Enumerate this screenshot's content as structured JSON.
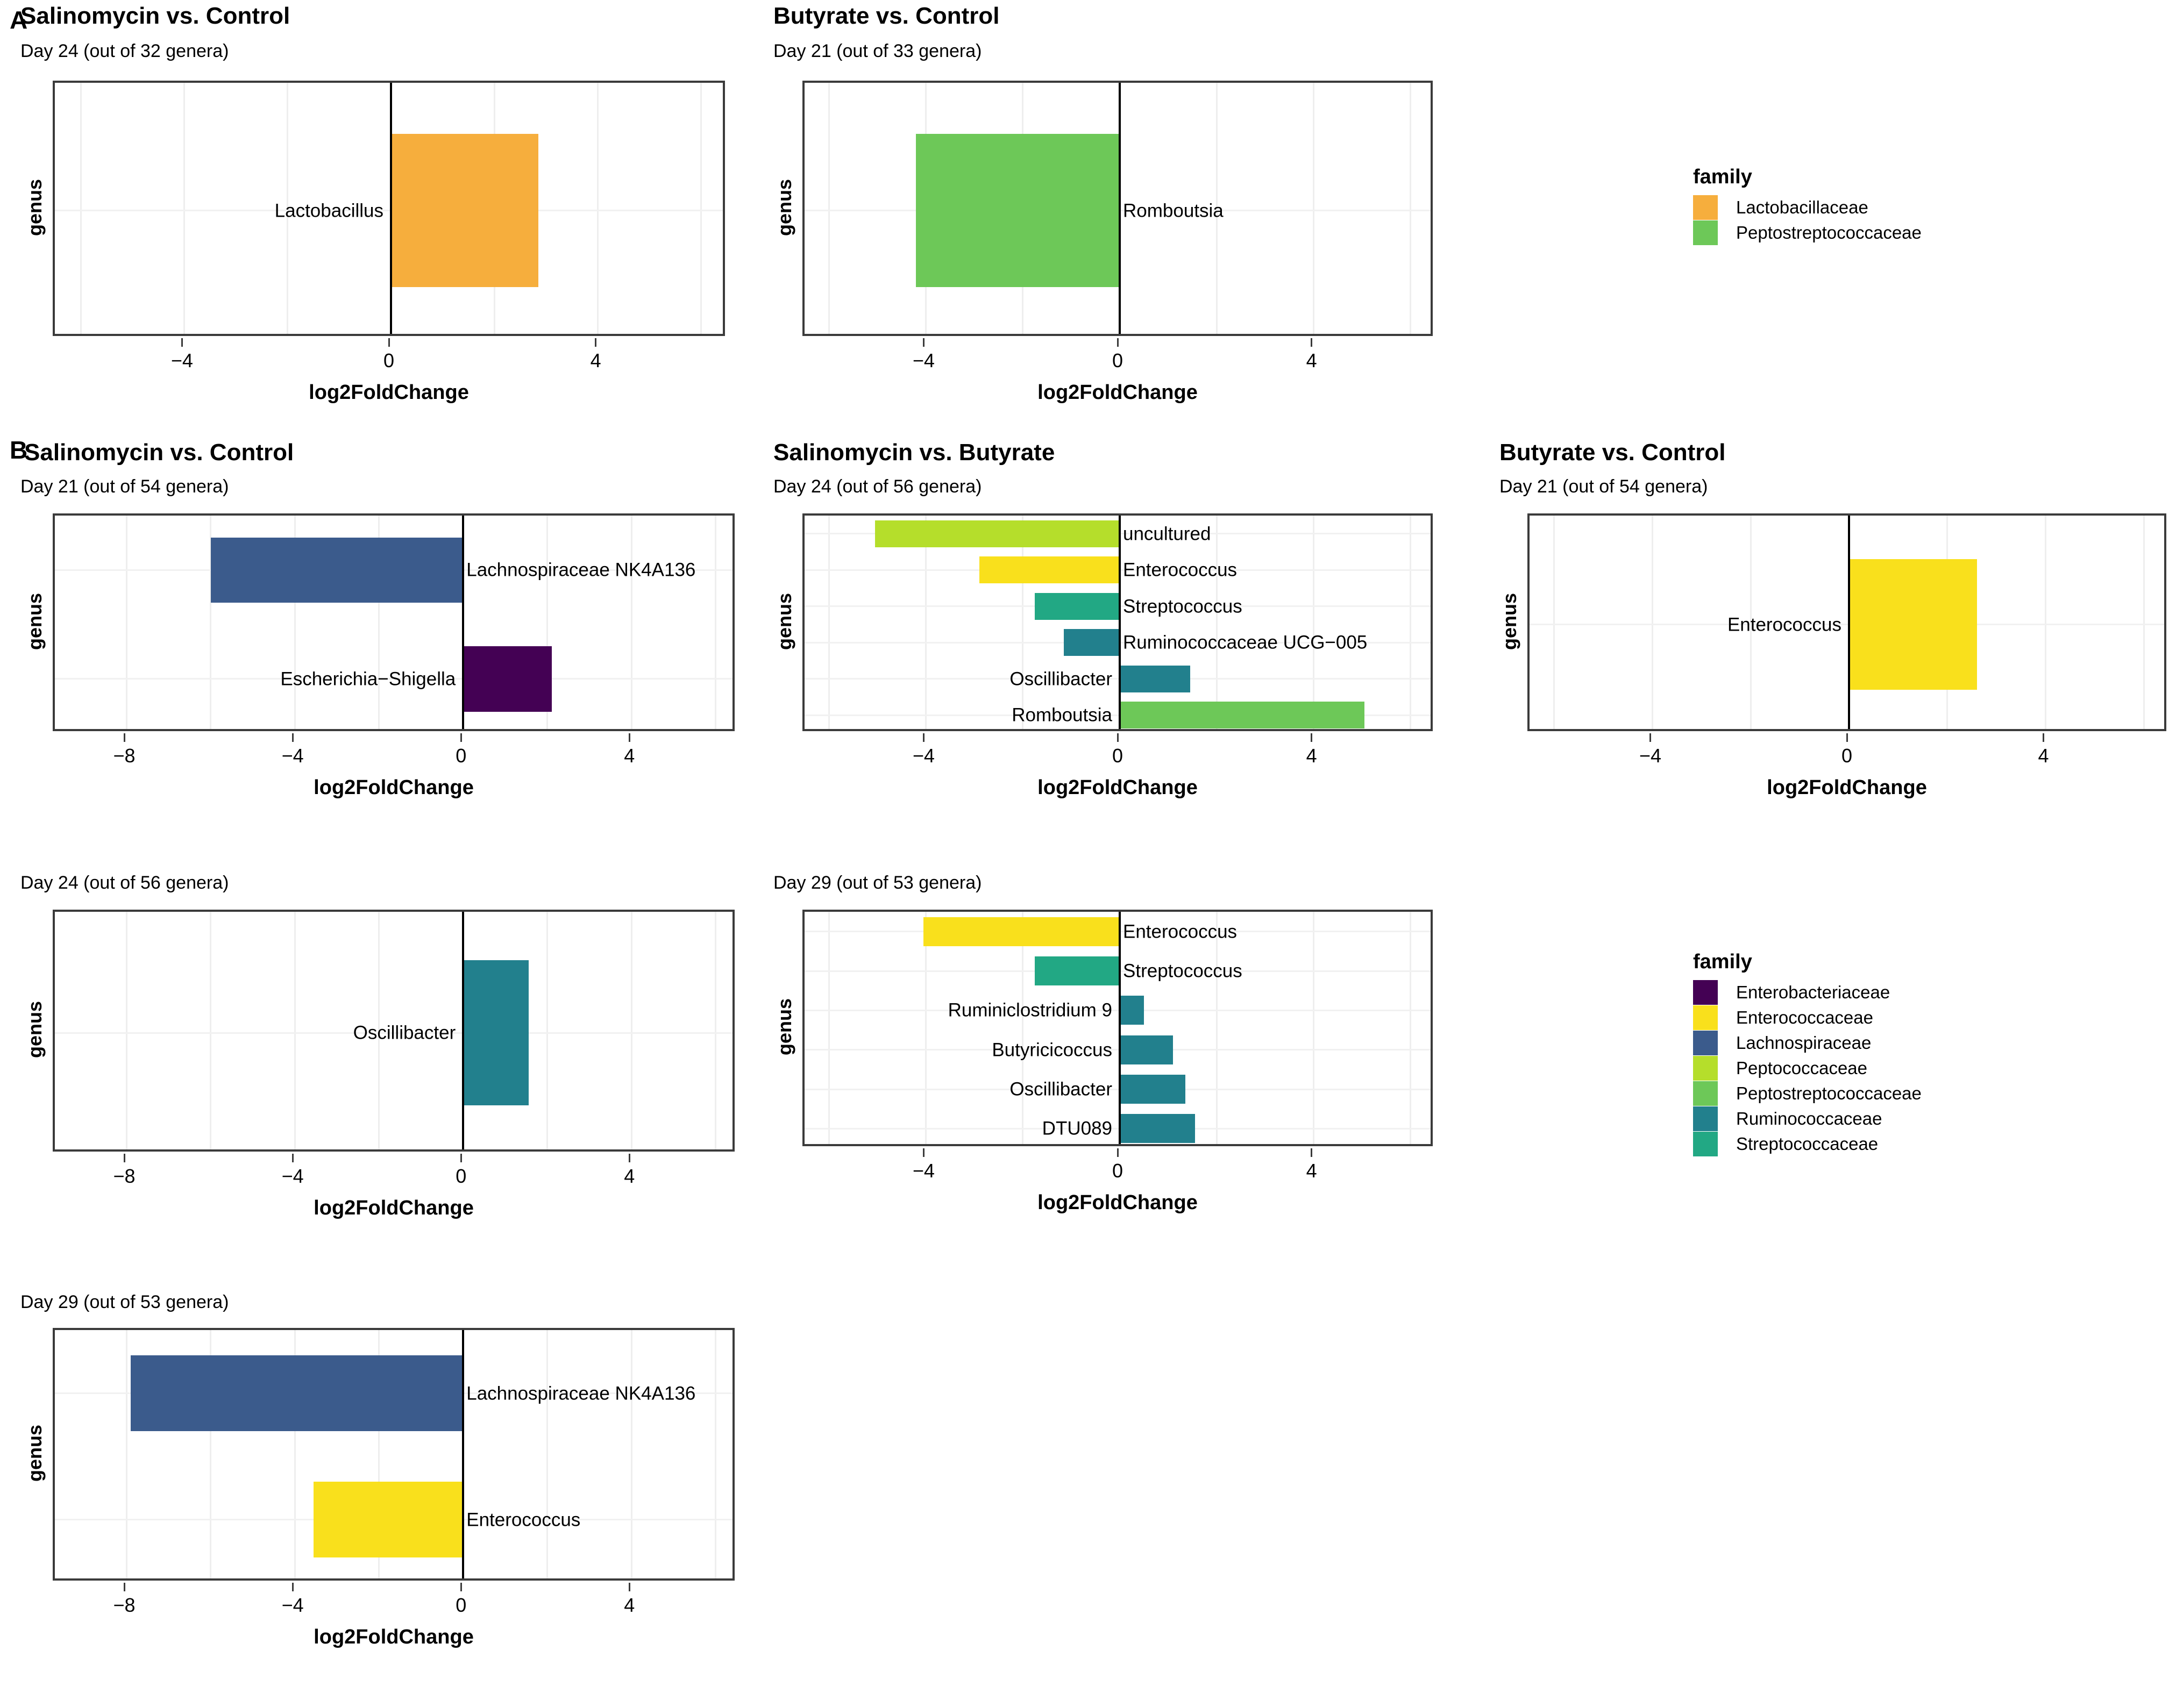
{
  "figure": {
    "panel_a_letter": "A",
    "panel_b_letter": "B",
    "axis_x_label": "log2FoldChange",
    "axis_y_label": "genus"
  },
  "colors": {
    "Lactobacillaceae": "#F6AE3D",
    "Peptostreptococcaceae": "#6DC858",
    "Enterobacteriaceae": "#440154",
    "Enterococcaceae": "#F9E01C",
    "Lachnospiraceae": "#3B5B8C",
    "Peptococcaceae": "#B5DE2B",
    "Ruminococcaceae": "#22808D",
    "Streptococcaceae": "#22A884"
  },
  "legend_a": {
    "title": "family",
    "items": [
      {
        "label": "Lactobacillaceae",
        "color": "#F6AE3D"
      },
      {
        "label": "Peptostreptococcaceae",
        "color": "#6DC858"
      }
    ]
  },
  "legend_b": {
    "title": "family",
    "items": [
      {
        "label": "Enterobacteriaceae",
        "color": "#440154"
      },
      {
        "label": "Enterococcaceae",
        "color": "#F9E01C"
      },
      {
        "label": "Lachnospiraceae",
        "color": "#3B5B8C"
      },
      {
        "label": "Peptococcaceae",
        "color": "#B5DE2B"
      },
      {
        "label": "Peptostreptococcaceae",
        "color": "#6DC858"
      },
      {
        "label": "Ruminococcaceae",
        "color": "#22808D"
      },
      {
        "label": "Streptococcaceae",
        "color": "#22A884"
      }
    ]
  },
  "chart_data": [
    {
      "id": "a1",
      "type": "bar",
      "orientation": "horizontal",
      "title": "Salinomycin vs. Control",
      "subtitle": "Day 24 (out of 32 genera)",
      "xlabel": "log2FoldChange",
      "ylabel": "genus",
      "xlim": [
        -6.5,
        6.5
      ],
      "xticks": [
        -4,
        0,
        4
      ],
      "xticklabels": [
        "−4",
        "0",
        "4"
      ],
      "grid": true,
      "categories": [
        "Lactobacillus"
      ],
      "values": [
        2.85
      ],
      "families": [
        "Lactobacillaceae"
      ]
    },
    {
      "id": "a2",
      "type": "bar",
      "orientation": "horizontal",
      "title": "Butyrate vs. Control",
      "subtitle": "Day 21 (out of 33 genera)",
      "xlabel": "log2FoldChange",
      "ylabel": "genus",
      "xlim": [
        -6.5,
        6.5
      ],
      "xticks": [
        -4,
        0,
        4
      ],
      "xticklabels": [
        "−4",
        "0",
        "4"
      ],
      "grid": true,
      "categories": [
        "Romboutsia"
      ],
      "values": [
        -4.2
      ],
      "families": [
        "Peptostreptococcaceae"
      ]
    },
    {
      "id": "b1",
      "type": "bar",
      "orientation": "horizontal",
      "title": "Salinomycin vs. Control",
      "subtitle": "Day 21 (out of 54 genera)",
      "xlabel": "log2FoldChange",
      "ylabel": "genus",
      "xlim": [
        -9.7,
        6.5
      ],
      "xticks": [
        -8,
        -4,
        0,
        4
      ],
      "xticklabels": [
        "−8",
        "−4",
        "0",
        "4"
      ],
      "grid": true,
      "categories": [
        "Lachnospiraceae NK4A136",
        "Escherichia−Shigella"
      ],
      "values": [
        -6.0,
        2.1
      ],
      "families": [
        "Lachnospiraceae",
        "Enterobacteriaceae"
      ]
    },
    {
      "id": "b2",
      "type": "bar",
      "orientation": "horizontal",
      "title": "Salinomycin vs. Butyrate",
      "subtitle": "Day 24 (out of 56 genera)",
      "xlabel": "log2FoldChange",
      "ylabel": "genus",
      "xlim": [
        -6.5,
        6.5
      ],
      "xticks": [
        -4,
        0,
        4
      ],
      "xticklabels": [
        "−4",
        "0",
        "4"
      ],
      "grid": true,
      "categories": [
        "uncultured",
        "Enterococcus",
        "Streptococcus",
        "Ruminococcaceae UCG−005",
        "Oscillibacter",
        "Romboutsia"
      ],
      "values": [
        -5.05,
        -2.9,
        -1.75,
        -1.15,
        1.45,
        5.05
      ],
      "families": [
        "Peptococcaceae",
        "Enterococcaceae",
        "Streptococcaceae",
        "Ruminococcaceae",
        "Ruminococcaceae",
        "Peptostreptococcaceae"
      ]
    },
    {
      "id": "b3",
      "type": "bar",
      "orientation": "horizontal",
      "title": "Butyrate vs. Control",
      "subtitle": "Day 21 (out of 54 genera)",
      "xlabel": "log2FoldChange",
      "ylabel": "genus",
      "xlim": [
        -6.5,
        6.5
      ],
      "xticks": [
        -4,
        0,
        4
      ],
      "xticklabels": [
        "−4",
        "0",
        "4"
      ],
      "grid": true,
      "categories": [
        "Enterococcus"
      ],
      "values": [
        2.6
      ],
      "families": [
        "Enterococcaceae"
      ]
    },
    {
      "id": "b4",
      "type": "bar",
      "orientation": "horizontal",
      "title": "",
      "subtitle": "Day 24 (out of 56 genera)",
      "xlabel": "log2FoldChange",
      "ylabel": "genus",
      "xlim": [
        -9.7,
        6.5
      ],
      "xticks": [
        -8,
        -4,
        0,
        4
      ],
      "xticklabels": [
        "−8",
        "−4",
        "0",
        "4"
      ],
      "grid": true,
      "categories": [
        "Oscillibacter"
      ],
      "values": [
        1.55
      ],
      "families": [
        "Ruminococcaceae"
      ]
    },
    {
      "id": "b5",
      "type": "bar",
      "orientation": "horizontal",
      "title": "",
      "subtitle": "Day 29 (out of 53 genera)",
      "xlabel": "log2FoldChange",
      "ylabel": "genus",
      "xlim": [
        -6.5,
        6.5
      ],
      "xticks": [
        -4,
        0,
        4
      ],
      "xticklabels": [
        "−4",
        "0",
        "4"
      ],
      "grid": true,
      "categories": [
        "Enterococcus",
        "Streptococcus",
        "Ruminiclostridium 9",
        "Butyricicoccus",
        "Oscillibacter",
        "DTU089"
      ],
      "values": [
        -4.05,
        -1.75,
        0.5,
        1.1,
        1.35,
        1.55
      ],
      "families": [
        "Enterococcaceae",
        "Streptococcaceae",
        "Ruminococcaceae",
        "Ruminococcaceae",
        "Ruminococcaceae",
        "Ruminococcaceae"
      ]
    },
    {
      "id": "b6",
      "type": "bar",
      "orientation": "horizontal",
      "title": "",
      "subtitle": "Day 29 (out of 53 genera)",
      "xlabel": "log2FoldChange",
      "ylabel": "genus",
      "xlim": [
        -9.7,
        6.5
      ],
      "xticks": [
        -8,
        -4,
        0,
        4
      ],
      "xticklabels": [
        "−8",
        "−4",
        "0",
        "4"
      ],
      "grid": true,
      "categories": [
        "Lachnospiraceae NK4A136",
        "Enterococcus"
      ],
      "values": [
        -7.9,
        -3.55
      ],
      "families": [
        "Lachnospiraceae",
        "Enterococcaceae"
      ]
    }
  ]
}
